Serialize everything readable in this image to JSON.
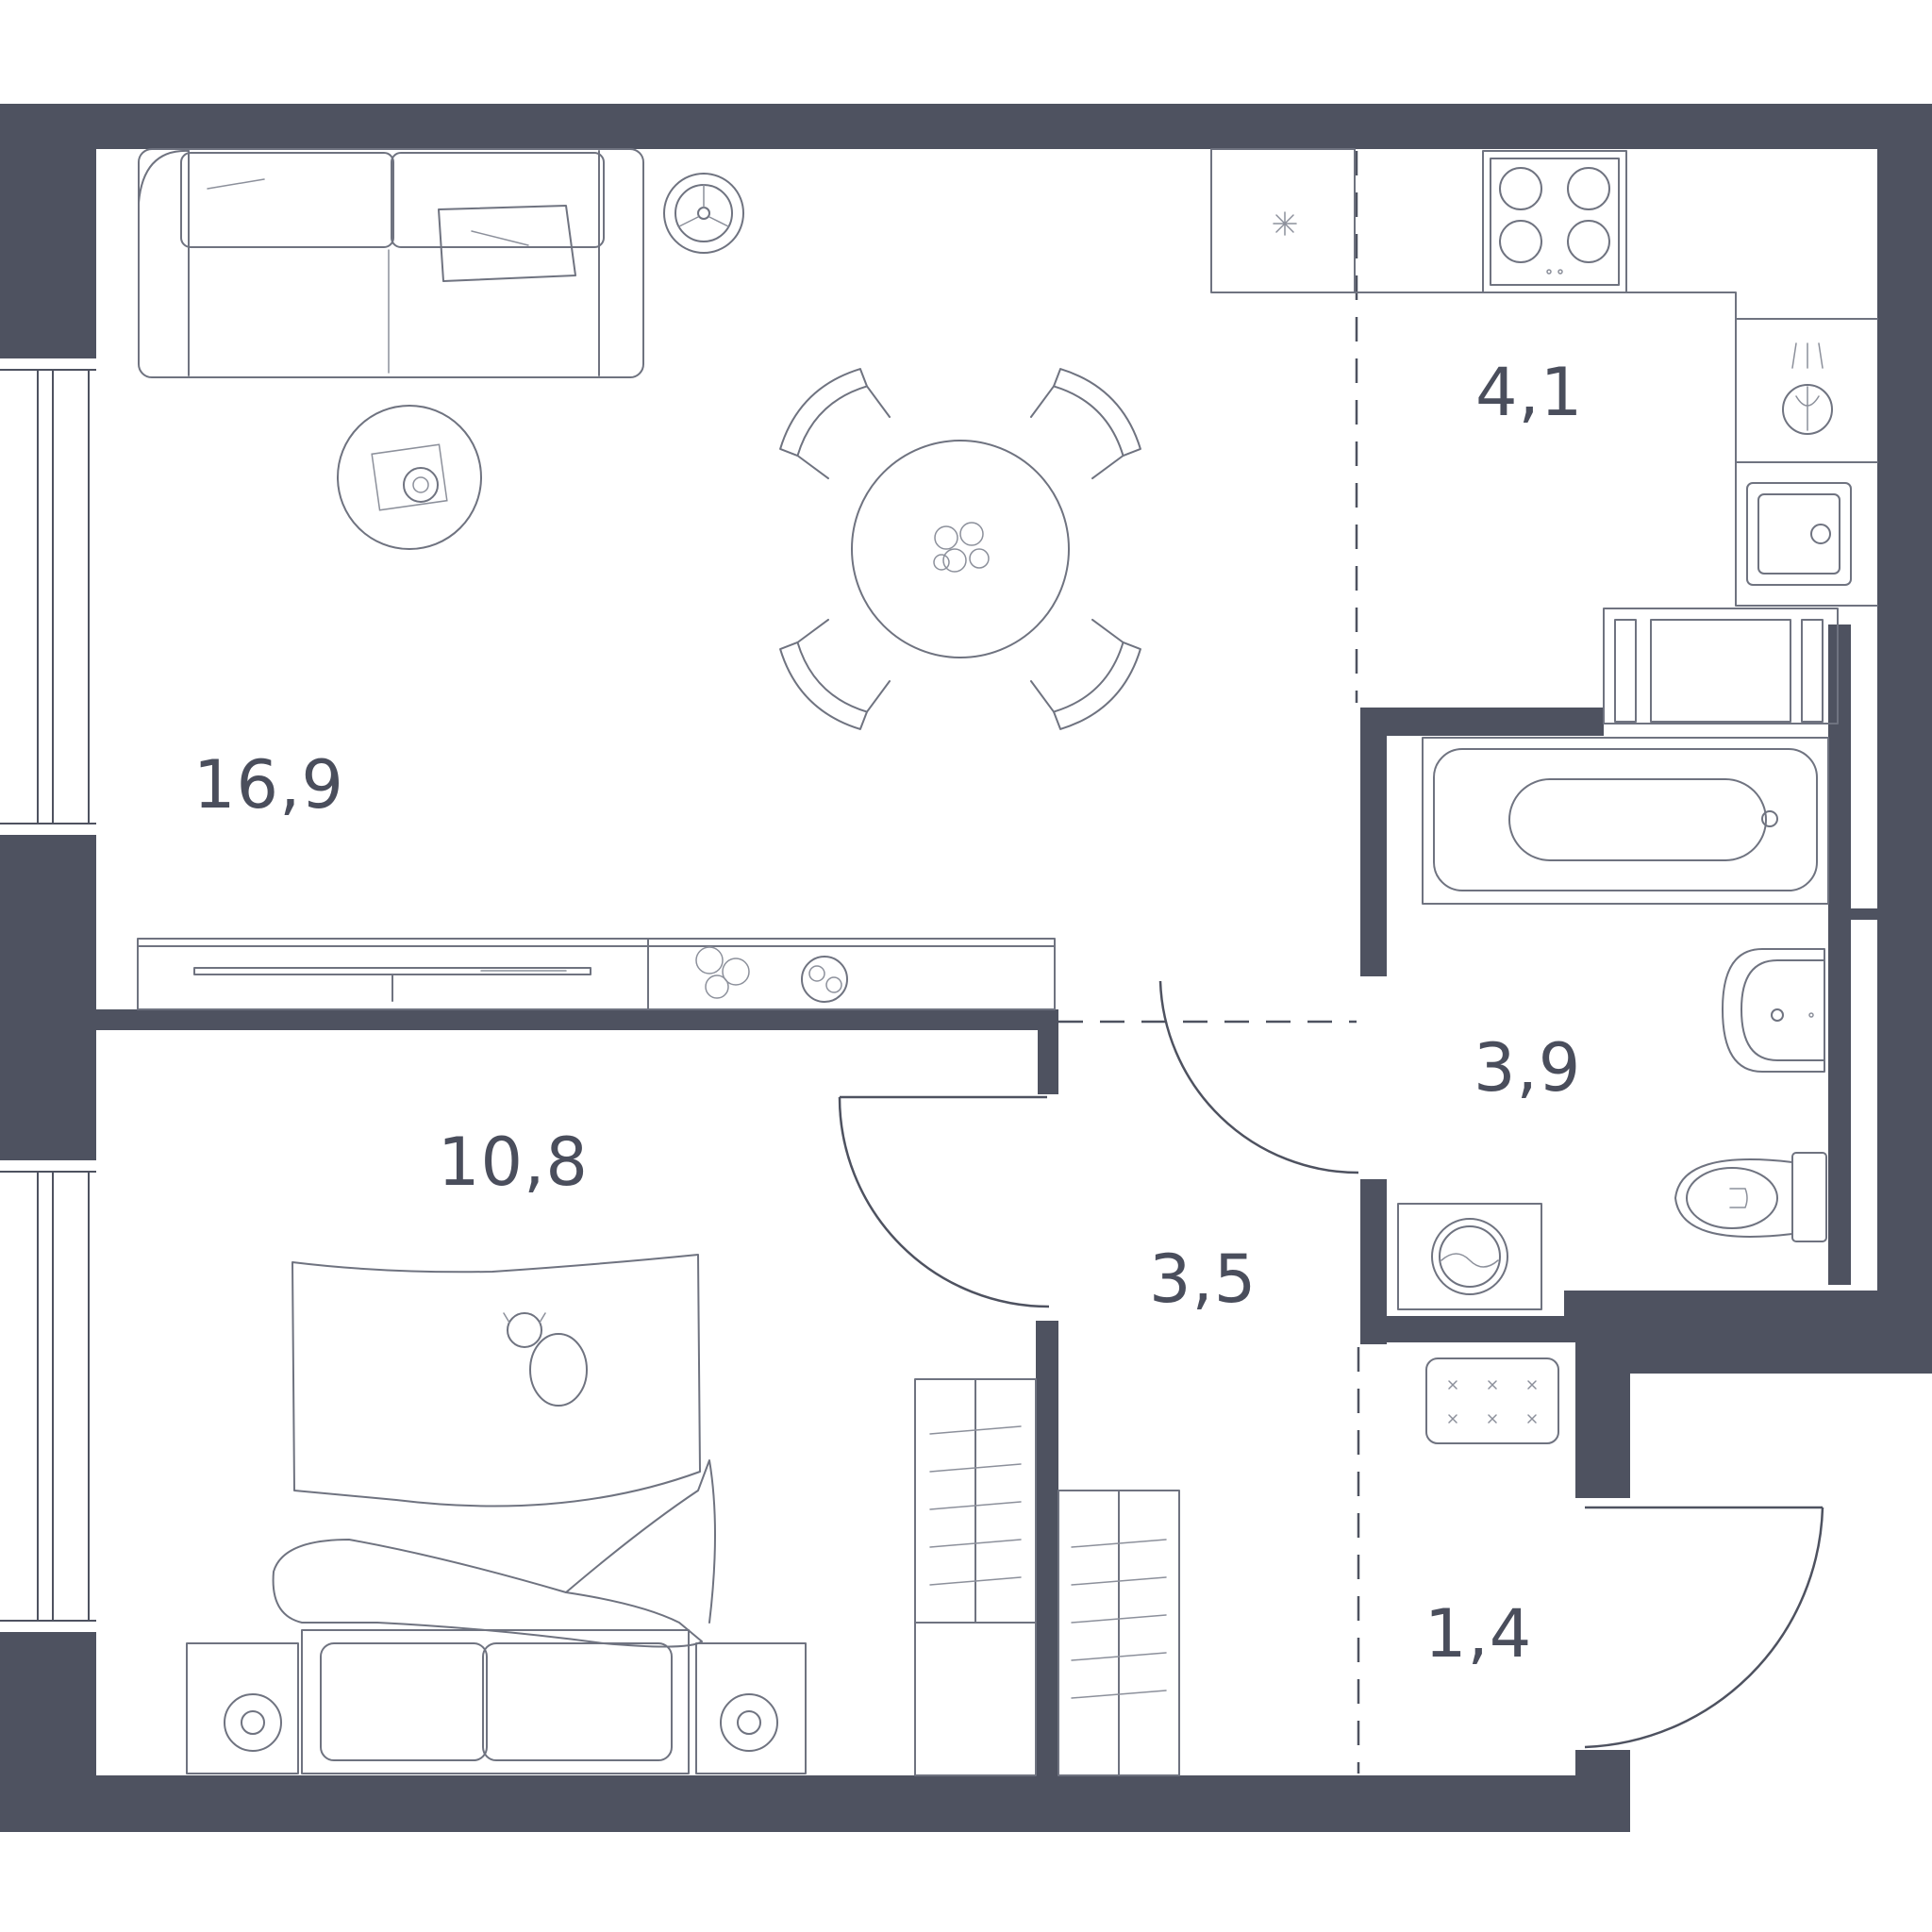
{
  "rooms": {
    "living_kitchen": {
      "area": "16,9"
    },
    "kitchen": {
      "area": "4,1"
    },
    "bedroom": {
      "area": "10,8"
    },
    "bathroom": {
      "area": "3,9"
    },
    "hallway": {
      "area": "3,5"
    },
    "entrance": {
      "area": "1,4"
    }
  },
  "colors": {
    "wall": "#4e5260",
    "furniture_line": "#6f7380",
    "label": "#4a4e5c",
    "background": "#ffffff"
  },
  "icons": [
    "sofa",
    "floor-lamp",
    "coffee-table",
    "dining-table",
    "dining-chair",
    "flower-vase",
    "tv-stand",
    "television",
    "refrigerator",
    "cooktop",
    "kitchen-sink",
    "faucet",
    "bathtub",
    "washbasin",
    "toilet",
    "washing-machine",
    "wardrobe",
    "bed",
    "dog",
    "pillow",
    "nightstand",
    "table-lamp",
    "shoe-rack",
    "window",
    "door"
  ]
}
